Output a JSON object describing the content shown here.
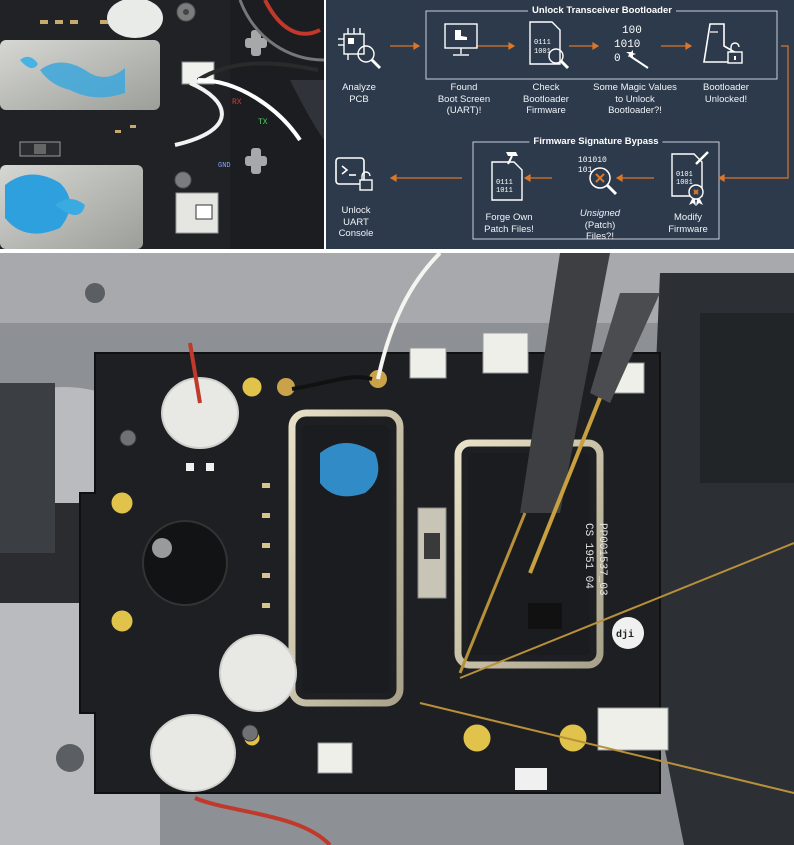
{
  "diagram": {
    "top_box_title": "Unlock Transceiver Bootloader",
    "bottom_box_title": "Firmware Signature Bypass",
    "stages": {
      "analyze": "Analyze\nPCB",
      "found_boot": "Found\nBoot Screen\n(UART)!",
      "check_bootloader": "Check\nBootloader\nFirmware",
      "magic_values": "Some Magic Values\nto Unlock\nBootloader?!",
      "bootloader_unlocked": "Bootloader\nUnlocked!",
      "modify_firmware": "Modify\nFirmware",
      "unsigned_word": "Unsigned",
      "unsigned_rest": "(Patch)\nFiles?!",
      "forge_patch": "Forge Own\nPatch Files!",
      "unlock_uart": "Unlock\nUART\nConsole"
    },
    "icon_text": {
      "binary_a": "0111",
      "binary_b": "1001",
      "magic_a": "100",
      "magic_b": "1010",
      "magic_c": "0",
      "sig_a": "101010",
      "sig_b": "101",
      "mod_a": "0101",
      "mod_b": "1001",
      "forge_a": "0111",
      "forge_b": "1011"
    },
    "colors": {
      "background": "#2c3a4b",
      "accent_arrow": "#d9772b",
      "foreground": "#ffffff"
    }
  },
  "photos": {
    "top_pcb_labels": {
      "rx": "RX",
      "tx": "TX",
      "gnd": "GND"
    },
    "bottom_pcb_labels": {
      "board_code": "PP001537_03",
      "batch": "CS 1951 04",
      "brand": "dji"
    }
  }
}
